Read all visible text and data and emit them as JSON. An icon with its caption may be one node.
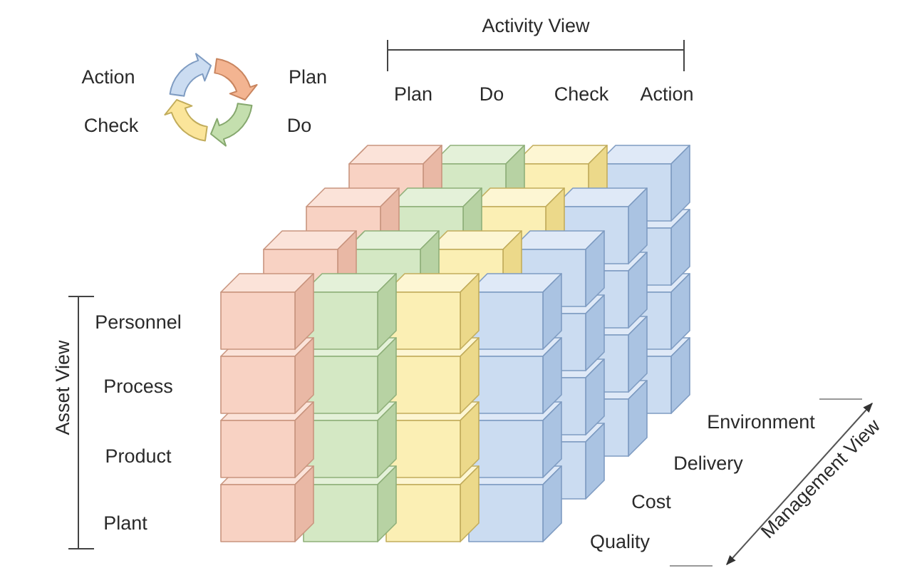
{
  "diagram": {
    "labels": [
      "Activity View",
      "Action",
      "Plan",
      "Check",
      "Do",
      "Plan",
      "Do",
      "Check",
      "Action",
      "Personnel",
      "Asset View",
      "Process",
      "Product",
      "Environment",
      "Delivery",
      "Management View",
      "Plant",
      "Cost",
      "Quality"
    ]
  }
}
